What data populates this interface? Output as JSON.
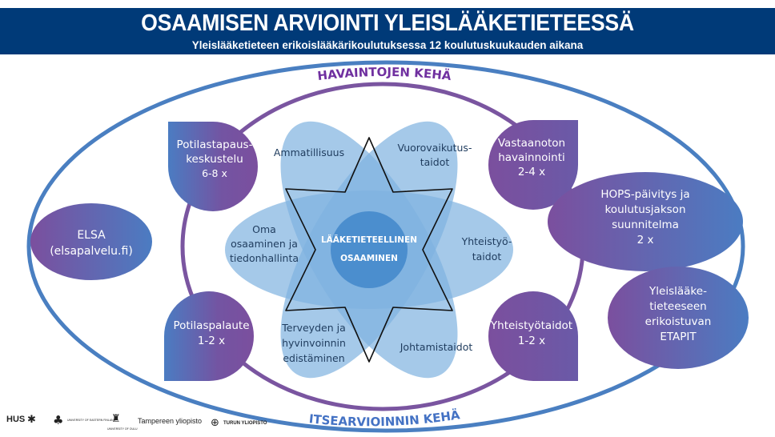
{
  "header": {
    "title": "OSAAMISEN ARVIOINTI YLEISLÄÄKETIETEESSÄ",
    "subtitle": "Yleislääketieteen erikoislääkärikoulutuksessa 12 koulutuskuukauden aikana"
  },
  "rings": {
    "outer_top": "HAVAINTOJEN KEHÄ",
    "outer_bottom": "ITSEARVIOINNIN KEHÄ"
  },
  "center": [
    "LÄÄKETIETEELLINEN",
    "OSAAMINEN"
  ],
  "petals": {
    "ammatillisuus": [
      "Ammatillisuus"
    ],
    "vuorovaikutus": [
      "Vuorovaikutus-",
      "taidot"
    ],
    "yhteistyo": [
      "Yhteistyö-",
      "taidot"
    ],
    "johtamis": [
      "Johtamistaidot"
    ],
    "terveys": [
      "Terveyden ja",
      "hyvinvoinnin",
      "edistäminen"
    ],
    "oma": [
      "Oma",
      "osaaminen ja",
      "tiedonhallinta"
    ]
  },
  "leaves": {
    "potilastapaus": [
      "Potilastapaus-",
      "keskustelu",
      "6-8 x"
    ],
    "vastaanotto": [
      "Vastaanoton",
      "havainnointi",
      "2-4 x"
    ],
    "potilaspalaute": [
      "Potilaspalaute",
      "1-2 x"
    ],
    "yhteistyotaidot": [
      "Yhteistyötaidot",
      "1-2 x"
    ]
  },
  "ovals": {
    "elsa": [
      "ELSA",
      "(elsapalvelu.fi)"
    ],
    "hops": [
      "HOPS-päivitys ja",
      "koulutusjakson",
      "suunnitelma",
      "2 x"
    ],
    "etapit": [
      "Yleislääke-",
      "tieteeseen",
      "erikoistuvan",
      "ETAPIT"
    ]
  },
  "logos": [
    "HUS",
    "UNIVERSITY OF EASTERN FINLAND",
    "UNIVERSITY OF OULU",
    "Tampereen yliopisto",
    "TURUN YLIOPISTO"
  ],
  "colors": {
    "header": "#003a78",
    "outer_ring": "#4a7fc1",
    "inner_ring": "#7a55a0",
    "petal": "#7fb2df",
    "accent_purple": "#7030a0"
  }
}
